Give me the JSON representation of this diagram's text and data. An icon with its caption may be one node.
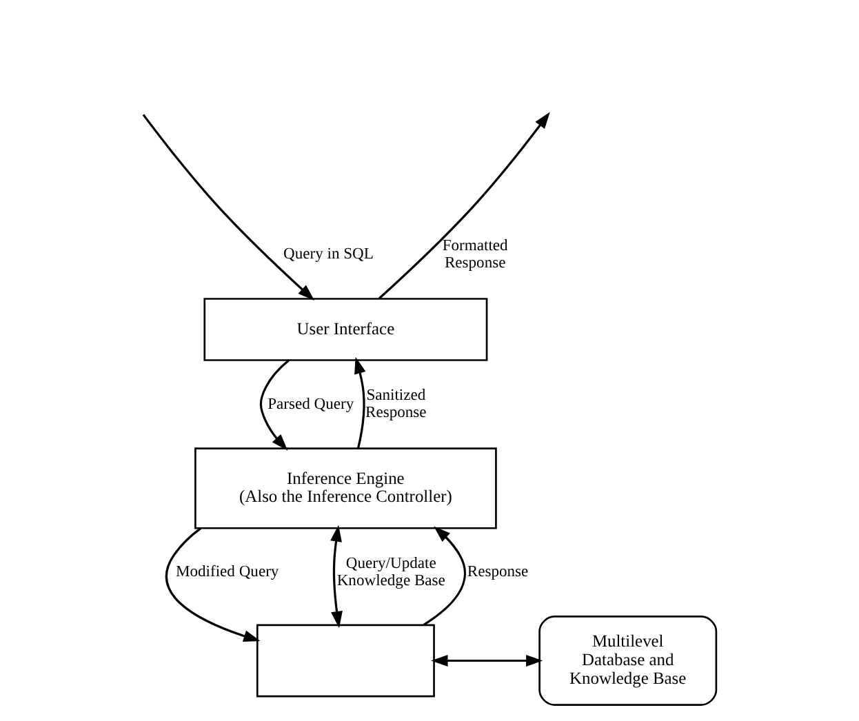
{
  "diagram": {
    "nodes": [
      {
        "text": [
          "User Interface"
        ]
      },
      {
        "text": [
          "Inference Engine",
          "(Also the Inference Controller)"
        ]
      },
      {
        "text": [],
        "shape": "box"
      },
      {
        "text": [
          "Multilevel Database and Knowledge Base"
        ]
      }
    ],
    "edges": [
      {
        "from": null,
        "to": 0,
        "arrow": "to",
        "label": "Query in SQL"
      },
      {
        "from": 0,
        "to": null,
        "arrow": "to",
        "label": "Formatted Response"
      },
      {
        "from": 0,
        "to": 1,
        "arrow": "to",
        "label": "Parsed Query"
      },
      {
        "from": 1,
        "to": 0,
        "arrow": "to",
        "label": "Sanitized Response"
      },
      {
        "from": 1,
        "to": 2,
        "arrow": "to",
        "label": "Modified Query"
      },
      {
        "from": 2,
        "to": 1,
        "arrow": "to",
        "label": "Response"
      },
      {
        "from": 1,
        "to": 2,
        "arrow": "both",
        "label": "Query/Update Knowledge Base"
      },
      {
        "from": 2,
        "to": 3,
        "arrow": "both"
      }
    ]
  }
}
